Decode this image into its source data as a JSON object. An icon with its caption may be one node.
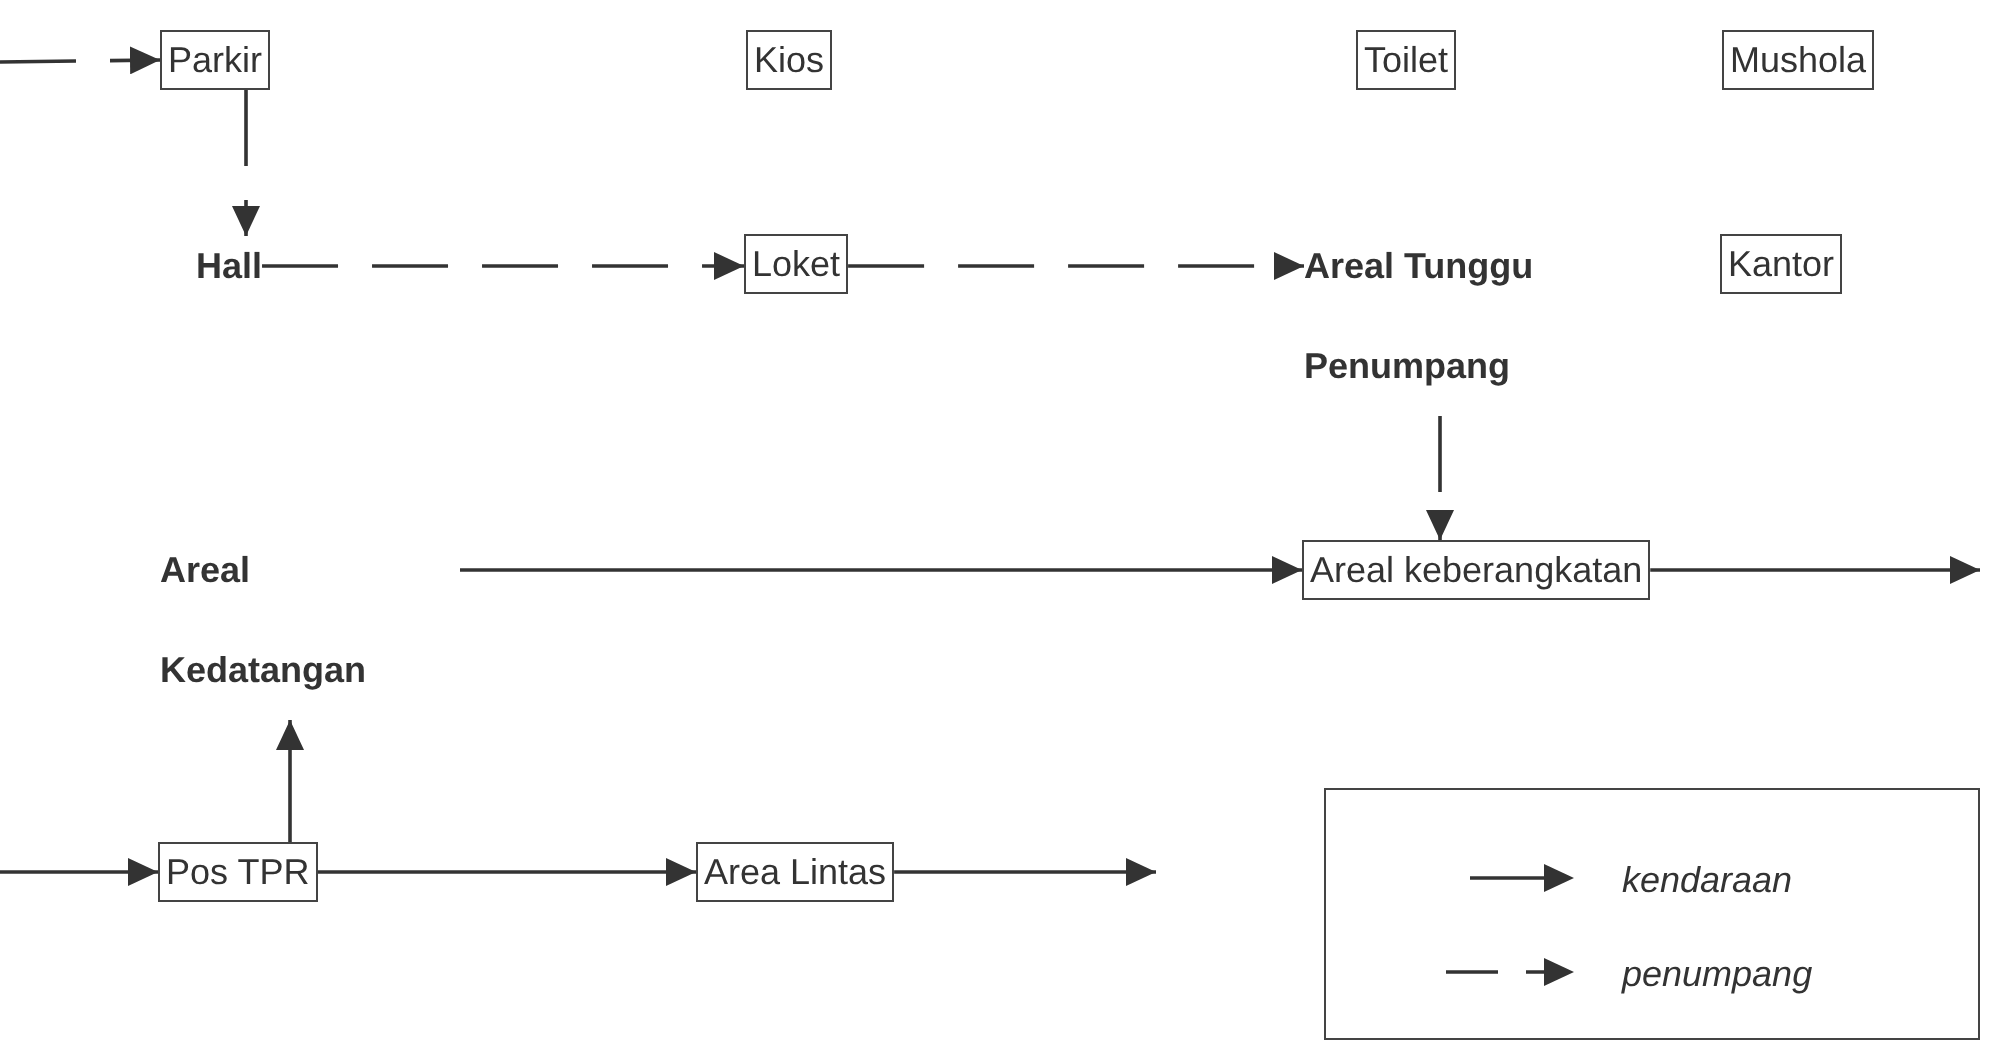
{
  "diagram": {
    "nodes": [
      {
        "text": [
          "Parkir"
        ]
      },
      {
        "text": [
          "Kios"
        ]
      },
      {
        "text": [
          "Toilet"
        ]
      },
      {
        "text": [
          "Mushola"
        ]
      },
      {
        "text": [
          "Hall"
        ]
      },
      {
        "text": [
          "Loket"
        ]
      },
      {
        "text": [
          "Areal Tunggu Penumpang"
        ]
      },
      {
        "text": [
          "Kantor"
        ]
      },
      {
        "text": [
          "Areal Kedatangan"
        ]
      },
      {
        "text": [
          "Areal keberangkatan"
        ]
      },
      {
        "text": [
          "Pos TPR"
        ]
      },
      {
        "text": [
          "Area Lintas"
        ]
      }
    ],
    "edges": [
      {
        "from": null,
        "to": 0,
        "arrow": "to",
        "style": "dashed"
      },
      {
        "from": 0,
        "to": 4,
        "arrow": "to",
        "style": "dashed"
      },
      {
        "from": 4,
        "to": 5,
        "arrow": "to",
        "style": "dashed"
      },
      {
        "from": 5,
        "to": 6,
        "arrow": "to",
        "style": "dashed"
      },
      {
        "from": 6,
        "to": 9,
        "arrow": "to",
        "style": "dashed"
      },
      {
        "from": 8,
        "to": 9,
        "arrow": "to"
      },
      {
        "from": 9,
        "to": null,
        "arrow": "to"
      },
      {
        "from": null,
        "to": 10,
        "arrow": "to"
      },
      {
        "from": 10,
        "to": 8,
        "arrow": "to"
      },
      {
        "from": 10,
        "to": 11,
        "arrow": "to"
      },
      {
        "from": 11,
        "to": null,
        "arrow": "to"
      }
    ],
    "legend": [
      {
        "text": "kendaraan"
      },
      {
        "text": "penumpang"
      }
    ]
  }
}
